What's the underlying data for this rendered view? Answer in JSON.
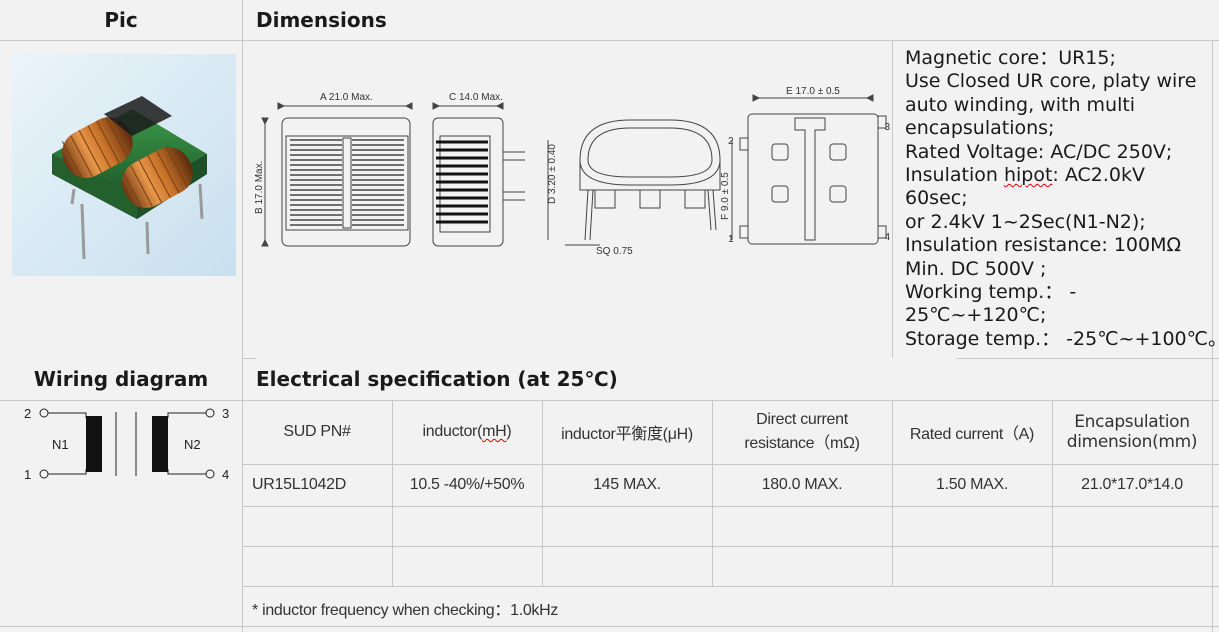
{
  "headers": {
    "pic": "Pic",
    "dimensions": "Dimensions",
    "wiring": "Wiring diagram",
    "electrical": "Electrical specification (at 25℃)"
  },
  "description": {
    "l1": "Magnetic core：UR15;",
    "l2": "Use Closed UR core, platy wire",
    "l3": "auto winding, with multi",
    "l4": "encapsulations;",
    "l5": "Rated Voltage: AC/DC 250V;",
    "l6a": "Insulation ",
    "l6b": "hipot",
    "l6c": ": AC2.0kV",
    "l7": "60sec;",
    "l8": "or 2.4kV 1~2Sec(N1-N2);",
    "l9": "Insulation resistance: 100MΩ",
    "l10": "Min. DC 500V ;",
    "l11": "Working temp.： -",
    "l12": "25℃~+120℃;",
    "l13": "Storage temp.： -25℃~+100℃。"
  },
  "dim_labels": {
    "a": "A 21.0 Max.",
    "b": "B 17.0 Max.",
    "c": "C 14.0 Max.",
    "d": "D 3.20 ± 0.40",
    "e": "E 17.0 ± 0.5",
    "f": "F 9.0 ± 0.5",
    "sq": "SQ 0.75",
    "p1": "1",
    "p2": "2",
    "p3": "3",
    "p4": "4"
  },
  "wiring": {
    "p1": "1",
    "p2": "2",
    "p3": "3",
    "p4": "4",
    "n1": "N1",
    "n2": "N2"
  },
  "table": {
    "columns": [
      "SUD PN#",
      "inductor(mH)",
      "inductor平衡度(μH)",
      "Direct current resistance（mΩ)",
      "Rated current（A)",
      "Encapsulation dimension(mm)"
    ],
    "rows": [
      [
        "UR15L1042D",
        "10.5 -40%/+50%",
        "145 MAX.",
        "180.0 MAX.",
        "1.50 MAX.",
        "21.0*17.0*14.0"
      ],
      [
        "",
        "",
        "",
        "",
        "",
        ""
      ],
      [
        "",
        "",
        "",
        "",
        "",
        ""
      ]
    ]
  },
  "footnote": "* inductor frequency when checking：1.0kHz",
  "colors": {
    "grid": "#c8c8c8",
    "copper": "#c8742a",
    "core": "#2f7a3a",
    "photo_bg": "#d8eaf4"
  }
}
